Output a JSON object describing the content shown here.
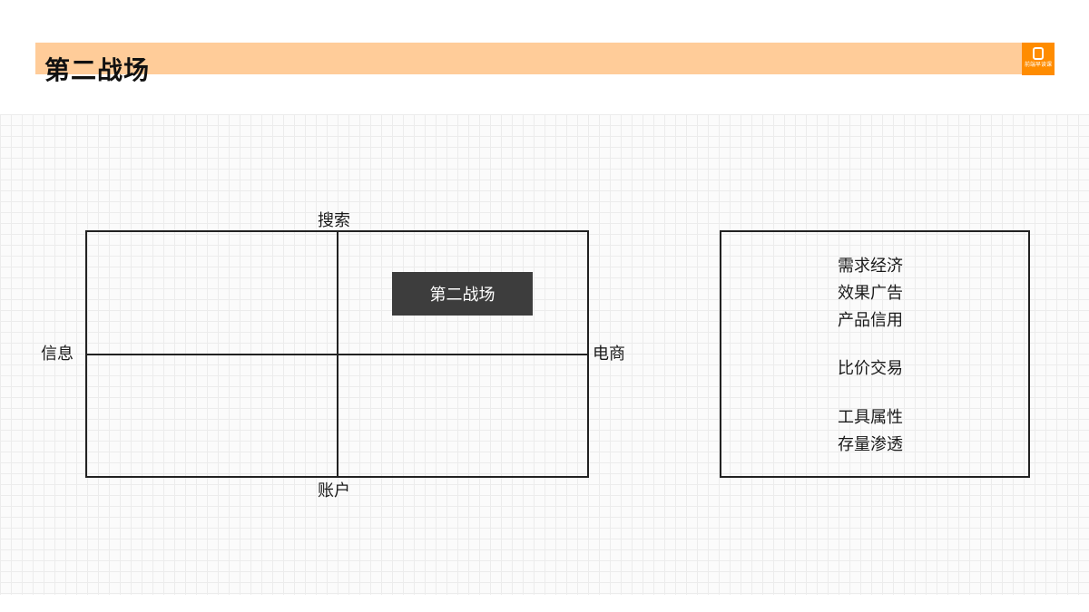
{
  "slide": {
    "title": "第二战场",
    "logo_text": "前端早读课",
    "colors": {
      "title_bar": "#ffcc99",
      "logo_bg": "#ff8c00",
      "tag_bg": "#3d3d3d",
      "line": "#222222"
    }
  },
  "quadrant": {
    "top_label": "搜索",
    "bottom_label": "账户",
    "left_label": "信息",
    "right_label": "电商",
    "highlight_label": "第二战场"
  },
  "notes": {
    "groups": [
      [
        "需求经济",
        "效果广告",
        "产品信用"
      ],
      [
        "比价交易"
      ],
      [
        "工具属性",
        "存量渗透"
      ]
    ]
  }
}
